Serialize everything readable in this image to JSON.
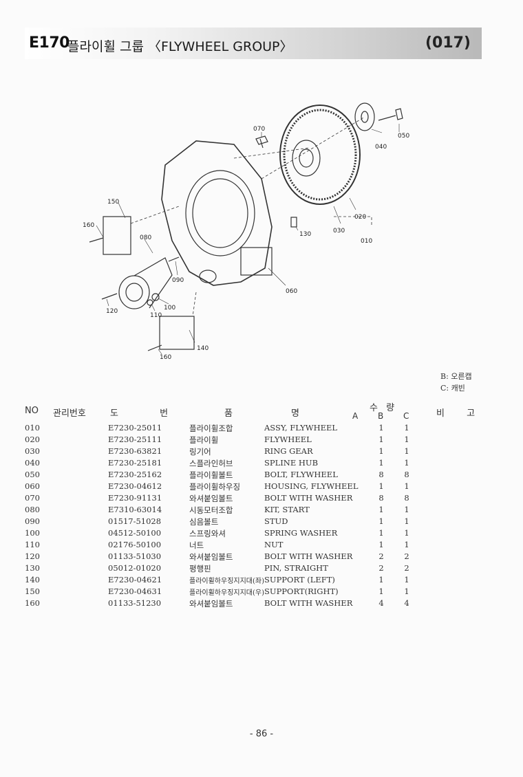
{
  "header": {
    "code": "E170",
    "title": "플라이휠 그룹 〈FLYWHEEL GROUP〉",
    "page_code": "(017)"
  },
  "diagram_labels": {
    "l010": "010",
    "l020": "020",
    "l030": "030",
    "l040": "040",
    "l050": "050",
    "l060": "060",
    "l070": "070",
    "l080": "080",
    "l090": "090",
    "l100": "100",
    "l110": "110",
    "l120": "120",
    "l130": "130",
    "l140": "140",
    "l150": "150",
    "l160a": "160",
    "l160b": "160"
  },
  "legend": {
    "b": "B: 오른캡",
    "c": "C: 캐빈"
  },
  "table": {
    "headers": {
      "no": "NO",
      "mgmt": "관리번호",
      "drawing": "도 번",
      "name_left": "품",
      "name_right": "명",
      "qty": "수 량",
      "a": "A",
      "b": "B",
      "c": "C",
      "remarks": "비 고"
    },
    "rows": [
      {
        "no": "010",
        "part": "E7230-25011",
        "kr": "플라이휠조합",
        "en": "ASSY, FLYWHEEL",
        "b": "1",
        "c": "1"
      },
      {
        "no": "020",
        "part": "E7230-25111",
        "kr": "플라이휠",
        "en": "FLYWHEEL",
        "b": "1",
        "c": "1"
      },
      {
        "no": "030",
        "part": "E7230-63821",
        "kr": "링기어",
        "en": "RING GEAR",
        "b": "1",
        "c": "1"
      },
      {
        "no": "040",
        "part": "E7230-25181",
        "kr": "스플라인허브",
        "en": "SPLINE HUB",
        "b": "1",
        "c": "1"
      },
      {
        "no": "050",
        "part": "E7230-25162",
        "kr": "플라이휠볼트",
        "en": "BOLT, FLYWHEEL",
        "b": "8",
        "c": "8"
      },
      {
        "no": "060",
        "part": "E7230-04612",
        "kr": "플라이휠하우징",
        "en": "HOUSING, FLYWHEEL",
        "b": "1",
        "c": "1"
      },
      {
        "no": "070",
        "part": "E7230-91131",
        "kr": "와셔붙임볼트",
        "en": "BOLT WITH WASHER",
        "b": "8",
        "c": "8"
      },
      {
        "no": "080",
        "part": "E7310-63014",
        "kr": "시동모터조합",
        "en": "KIT, START",
        "b": "1",
        "c": "1"
      },
      {
        "no": "090",
        "part": "01517-51028",
        "kr": "심음볼트",
        "en": "STUD",
        "b": "1",
        "c": "1"
      },
      {
        "no": "100",
        "part": "04512-50100",
        "kr": "스프링와셔",
        "en": "SPRING WASHER",
        "b": "1",
        "c": "1"
      },
      {
        "no": "110",
        "part": "02176-50100",
        "kr": "너트",
        "en": "NUT",
        "b": "1",
        "c": "1"
      },
      {
        "no": "120",
        "part": "01133-51030",
        "kr": "와셔붙임볼트",
        "en": "BOLT WITH WASHER",
        "b": "2",
        "c": "2"
      },
      {
        "no": "130",
        "part": "05012-01020",
        "kr": "평행핀",
        "en": "PIN, STRAIGHT",
        "b": "2",
        "c": "2"
      },
      {
        "no": "140",
        "part": "E7230-04621",
        "kr": "플라이휠하우징지지대(좌)",
        "en": "SUPPORT (LEFT)",
        "b": "1",
        "c": "1"
      },
      {
        "no": "150",
        "part": "E7230-04631",
        "kr": "플라이휠하우징지지대(우)",
        "en": "SUPPORT(RIGHT)",
        "b": "1",
        "c": "1"
      },
      {
        "no": "160",
        "part": "01133-51230",
        "kr": "와셔붙임볼트",
        "en": "BOLT WITH WASHER",
        "b": "4",
        "c": "4"
      }
    ]
  },
  "footer": {
    "page_number": "- 86 -"
  }
}
